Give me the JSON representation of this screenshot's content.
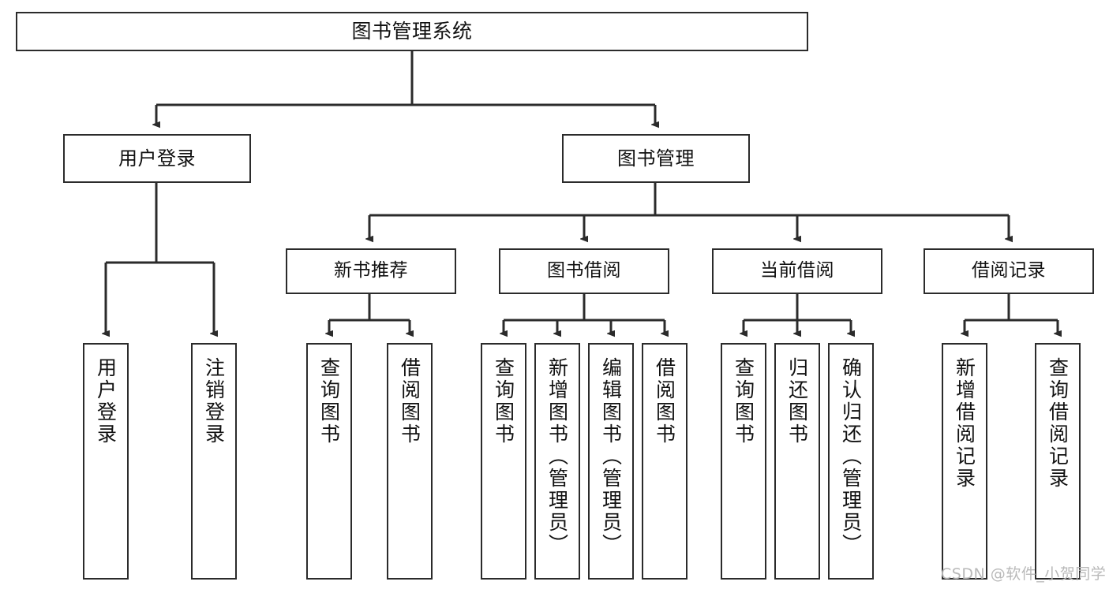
{
  "diagram": {
    "title": "图书管理系统",
    "type": "tree-hierarchy",
    "root": {
      "id": "root",
      "label": "图书管理系统"
    },
    "level2": [
      {
        "id": "user-login",
        "label": "用户登录"
      },
      {
        "id": "book-manage",
        "label": "图书管理"
      }
    ],
    "level3": [
      {
        "id": "new-book-rec",
        "label": "新书推荐",
        "parent": "book-manage"
      },
      {
        "id": "book-borrow",
        "label": "图书借阅",
        "parent": "book-manage"
      },
      {
        "id": "current-borrow",
        "label": "当前借阅",
        "parent": "book-manage"
      },
      {
        "id": "borrow-record",
        "label": "借阅记录",
        "parent": "book-manage"
      }
    ],
    "leaves": [
      {
        "id": "leaf-user-login",
        "label": "用户登录",
        "parent": "user-login"
      },
      {
        "id": "leaf-user-logout",
        "label": "注销登录",
        "parent": "user-login"
      },
      {
        "id": "leaf-rec-query",
        "label": "查询图书",
        "parent": "new-book-rec"
      },
      {
        "id": "leaf-rec-borrow",
        "label": "借阅图书",
        "parent": "new-book-rec"
      },
      {
        "id": "leaf-borrow-query",
        "label": "查询图书",
        "parent": "book-borrow"
      },
      {
        "id": "leaf-borrow-add",
        "label": "新增图书（管理员）",
        "parent": "book-borrow"
      },
      {
        "id": "leaf-borrow-edit",
        "label": "编辑图书（管理员）",
        "parent": "book-borrow"
      },
      {
        "id": "leaf-borrow-do",
        "label": "借阅图书",
        "parent": "book-borrow"
      },
      {
        "id": "leaf-cur-query",
        "label": "查询图书",
        "parent": "current-borrow"
      },
      {
        "id": "leaf-cur-return",
        "label": "归还图书",
        "parent": "current-borrow"
      },
      {
        "id": "leaf-cur-confirm",
        "label": "确认归还（管理员）",
        "parent": "current-borrow"
      },
      {
        "id": "leaf-rec-add",
        "label": "新增借阅记录",
        "parent": "borrow-record"
      },
      {
        "id": "leaf-rec-search",
        "label": "查询借阅记录",
        "parent": "borrow-record"
      }
    ],
    "colors": {
      "stroke": "#2b2b2b",
      "fill": "#ffffff",
      "text": "#111111",
      "watermark": "#b9b9b9"
    }
  },
  "watermark": {
    "text": "CSDN @软件_小贺同学"
  }
}
